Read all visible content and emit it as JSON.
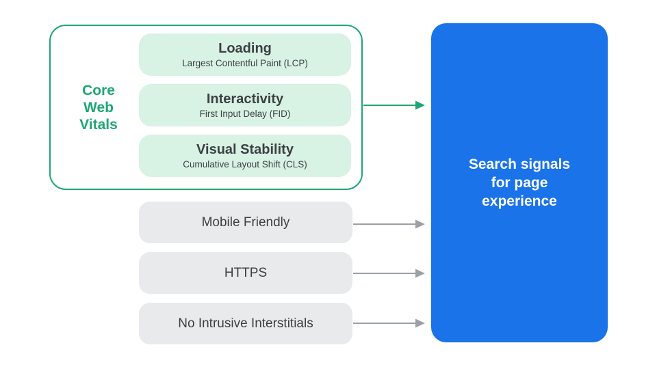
{
  "colors": {
    "green": "#1ea672",
    "green_light": "#d8f2e4",
    "blue": "#1a73e8",
    "gray_box": "#e9eaec",
    "gray_arrow": "#9aa0a6",
    "text_dark": "#3c4043",
    "white": "#ffffff"
  },
  "core_web_vitals": {
    "label": "Core Web Vitals",
    "label_lines": [
      "Core",
      "Web",
      "Vitals"
    ],
    "items": [
      {
        "title": "Loading",
        "subtitle": "Largest Contentful Paint (LCP)"
      },
      {
        "title": "Interactivity",
        "subtitle": "First Input Delay (FID)"
      },
      {
        "title": "Visual Stability",
        "subtitle": "Cumulative Layout Shift (CLS)"
      }
    ]
  },
  "other_signals": [
    {
      "label": "Mobile Friendly"
    },
    {
      "label": "HTTPS"
    },
    {
      "label": "No Intrusive Interstitials"
    }
  ],
  "result_box": {
    "label": "Search signals for page experience",
    "lines": [
      "Search signals",
      "for page",
      "experience"
    ]
  },
  "connections": [
    {
      "from": "core-web-vitals",
      "to": "search-signals-box",
      "color": "green"
    },
    {
      "from": "mobile-friendly",
      "to": "search-signals-box",
      "color": "gray"
    },
    {
      "from": "https",
      "to": "search-signals-box",
      "color": "gray"
    },
    {
      "from": "no-intrusive-interstitials",
      "to": "search-signals-box",
      "color": "gray"
    }
  ]
}
